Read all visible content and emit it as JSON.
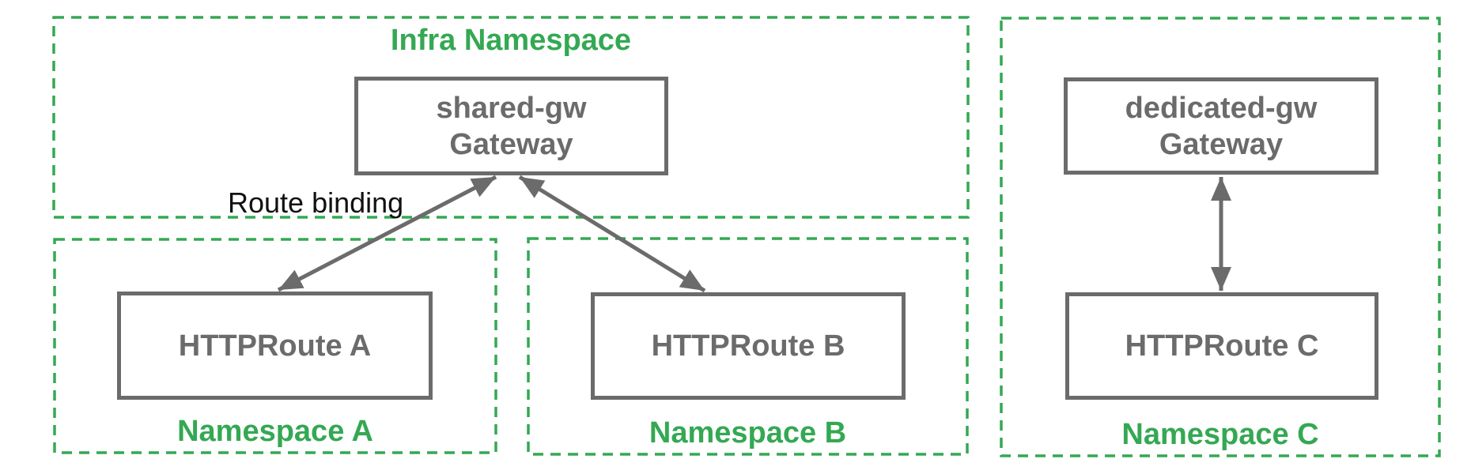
{
  "diagram": {
    "colors": {
      "green": "#34a853",
      "gray": "#6b6b6b",
      "black": "#111111"
    },
    "infra_namespace": {
      "title": "Infra Namespace",
      "gateway": {
        "line1": "shared-gw",
        "line2": "Gateway"
      }
    },
    "namespace_a": {
      "label": "Namespace A",
      "route": "HTTPRoute A"
    },
    "namespace_b": {
      "label": "Namespace B",
      "route": "HTTPRoute B"
    },
    "namespace_c": {
      "label": "Namespace C",
      "gateway": {
        "line1": "dedicated-gw",
        "line2": "Gateway"
      },
      "route": "HTTPRoute C"
    },
    "annotations": {
      "route_binding": "Route binding"
    }
  }
}
